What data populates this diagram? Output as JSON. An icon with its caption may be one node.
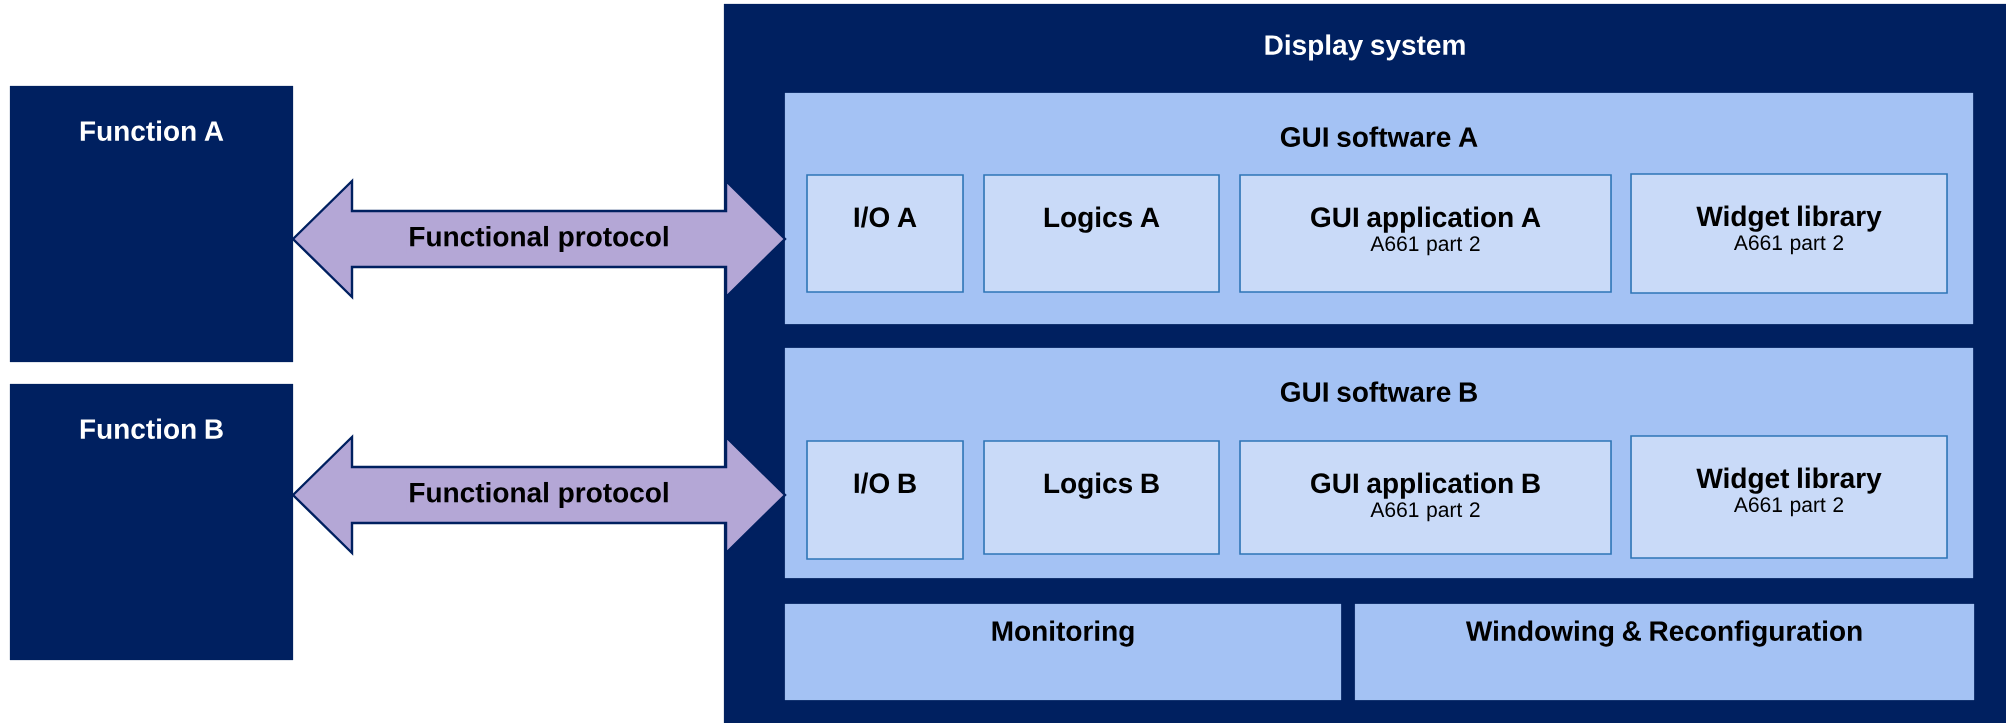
{
  "diagram": {
    "nodes": [
      {
        "text": [
          "Function A"
        ]
      },
      {
        "text": [
          "Function B"
        ]
      },
      {
        "text": [
          "Display system"
        ]
      },
      {
        "text": [
          "GUI software A"
        ],
        "in": 2
      },
      {
        "text": [
          "I/O A"
        ],
        "in": 3
      },
      {
        "text": [
          "Logics A"
        ],
        "in": 3
      },
      {
        "text": [
          "GUI application A",
          "A661 part 2"
        ],
        "in": 3
      },
      {
        "text": [
          "Widget library",
          "A661 part 2"
        ],
        "in": 3
      },
      {
        "text": [
          "GUI software B"
        ],
        "in": 2
      },
      {
        "text": [
          "I/O B"
        ],
        "in": 8
      },
      {
        "text": [
          "Logics B"
        ],
        "in": 8
      },
      {
        "text": [
          "GUI application B",
          "A661 part 2"
        ],
        "in": 8
      },
      {
        "text": [
          "Widget library",
          "A661 part 2"
        ],
        "in": 8
      },
      {
        "text": [
          "Monitoring"
        ],
        "in": 2
      },
      {
        "text": [
          "Windowing & Reconfiguration"
        ],
        "in": 2
      }
    ],
    "edges": [
      {
        "from": 0,
        "to": 3,
        "arrow": "both",
        "label": "Functional protocol"
      },
      {
        "from": 1,
        "to": 8,
        "arrow": "both",
        "label": "Functional protocol"
      }
    ]
  }
}
